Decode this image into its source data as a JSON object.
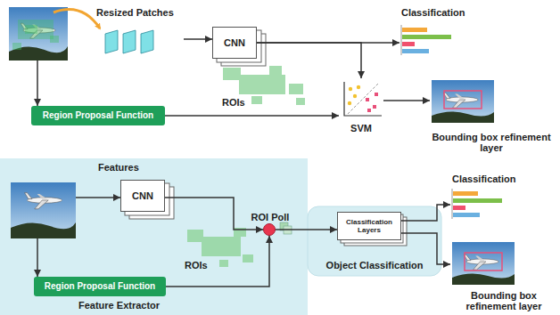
{
  "diagram": {
    "nodes": [
      {
        "text": [
          "Resized Patches"
        ]
      },
      {
        "text": [
          "CNN"
        ]
      },
      {
        "text": [
          "Classification"
        ]
      },
      {
        "text": [
          "ROIs"
        ]
      },
      {
        "text": [
          "Region Proposal Function"
        ]
      },
      {
        "text": [
          "SVM"
        ]
      },
      {
        "text": [
          "Bounding box refinement layer"
        ]
      },
      {
        "text": [
          "Features",
          "Feature Extractor"
        ]
      },
      {
        "text": [
          "CNN"
        ],
        "in": 7
      },
      {
        "text": [
          "ROI Poll"
        ],
        "in": 7
      },
      {
        "text": [
          "ROIs"
        ],
        "in": 7
      },
      {
        "text": [
          "Region Proposal Function"
        ],
        "in": 7
      },
      {
        "text": [
          "Object Classification"
        ]
      },
      {
        "text": [
          "Classification Layers"
        ],
        "in": 12
      },
      {
        "text": [
          "Classification"
        ]
      },
      {
        "text": [
          "Bounding box refinement layer"
        ]
      }
    ],
    "edges": [
      {
        "from": 0,
        "to": 1,
        "arrow": "to"
      },
      {
        "from": 1,
        "to": 2,
        "arrow": "to"
      },
      {
        "from": 1,
        "to": 5,
        "arrow": "to"
      },
      {
        "from": 4,
        "to": 5,
        "arrow": "to"
      },
      {
        "from": 5,
        "to": 6,
        "arrow": "to"
      },
      {
        "from": 8,
        "to": 9,
        "arrow": "to"
      },
      {
        "from": 11,
        "to": 9,
        "arrow": "to"
      },
      {
        "from": 9,
        "to": 13,
        "arrow": "to"
      },
      {
        "from": 13,
        "to": 14,
        "arrow": "to"
      },
      {
        "from": 13,
        "to": 15,
        "arrow": "to"
      }
    ]
  }
}
